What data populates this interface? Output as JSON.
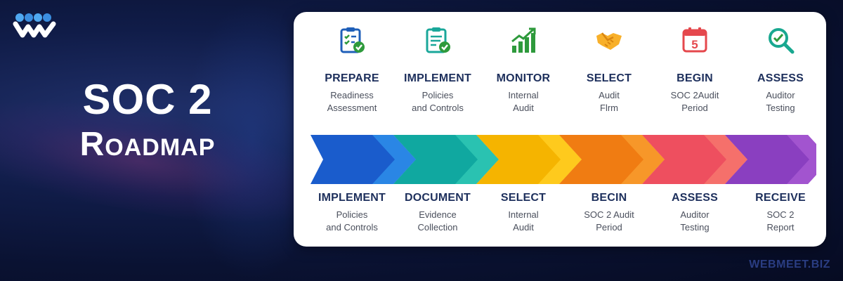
{
  "hero": {
    "title": "SOC 2",
    "subtitle": "Roadmap"
  },
  "watermark": "WEBMEET.BIZ",
  "top_steps": [
    {
      "label": "PREPARE",
      "line1": "Readiness",
      "line2": "Assessment",
      "icon": "clipboard-check-icon",
      "color": "#1f5fb8"
    },
    {
      "label": "IMPLEMENT",
      "line1": "Policies",
      "line2": "and Controls",
      "icon": "document-check-icon",
      "color": "#1aa79a"
    },
    {
      "label": "MONITOR",
      "line1": "Internal",
      "line2": "Audit",
      "icon": "growth-chart-icon",
      "color": "#2e9a3c"
    },
    {
      "label": "SELECT",
      "line1": "Audit",
      "line2": "Flrm",
      "icon": "handshake-icon",
      "color": "#f39a1c"
    },
    {
      "label": "BEGIN",
      "line1": "SOC 2Audit",
      "line2": "Period",
      "icon": "calendar-icon",
      "color": "#e5484d"
    },
    {
      "label": "ASSESS",
      "line1": "Auditor",
      "line2": "Testing",
      "icon": "magnifier-check-icon",
      "color": "#19a890"
    }
  ],
  "bottom_steps": [
    {
      "label": "IMPLEMENT",
      "line1": "Policies",
      "line2": "and Controls"
    },
    {
      "label": "DOCUMENT",
      "line1": "Evidence",
      "line2": "Collection"
    },
    {
      "label": "SELECT",
      "line1": "Internal",
      "line2": "Audit"
    },
    {
      "label": "BECIN",
      "line1": "SOC 2 Audit",
      "line2": "Period"
    },
    {
      "label": "ASSESS",
      "line1": "Auditor",
      "line2": "Testing"
    },
    {
      "label": "RECEIVE",
      "line1": "SOC 2",
      "line2": "Report"
    }
  ],
  "calendar_day": "5",
  "arrow_colors": [
    [
      "#1a5ccc",
      "#2c8be8"
    ],
    [
      "#10a8a0",
      "#2dc4b3"
    ],
    [
      "#f5b400",
      "#ffcc20"
    ],
    [
      "#f07c12",
      "#f79a2c"
    ],
    [
      "#ee4f5f",
      "#f5736d"
    ],
    [
      "#8a3fc0",
      "#a457d0"
    ]
  ]
}
